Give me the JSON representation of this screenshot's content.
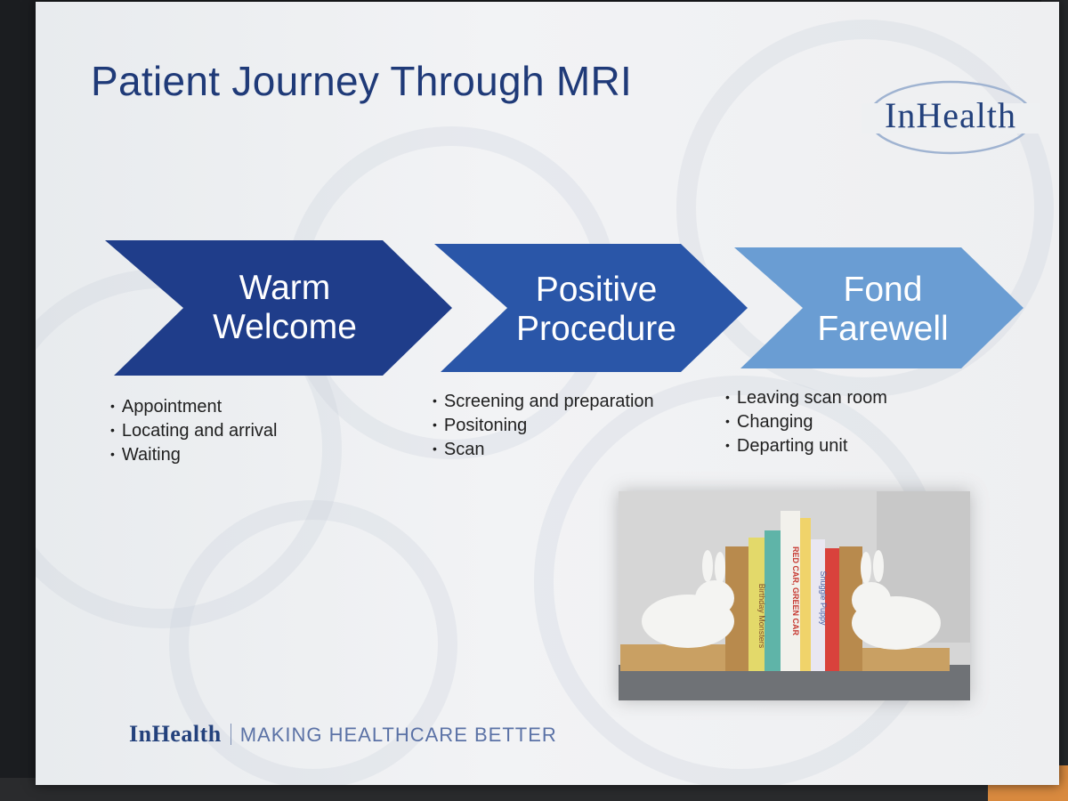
{
  "slide": {
    "title": "Patient Journey Through MRI",
    "logo_text": "InHealth",
    "footer": {
      "brand": "InHealth",
      "tagline": "MAKING HEALTHCARE BETTER"
    }
  },
  "stages": [
    {
      "line1": "Warm",
      "line2": "Welcome",
      "color": "#1f3d8a",
      "bullets": [
        "Appointment",
        "Locating and arrival",
        "Waiting"
      ]
    },
    {
      "line1": "Positive",
      "line2": "Procedure",
      "color": "#2a56a8",
      "bullets": [
        "Screening and preparation",
        "Positoning",
        "Scan"
      ]
    },
    {
      "line1": "Fond",
      "line2": "Farewell",
      "color": "#6a9dd3",
      "bullets": [
        "Leaving scan room",
        "Changing",
        "Departing unit"
      ]
    }
  ],
  "photo": {
    "book_titles": [
      "Birthday Monsters",
      "RED CAR, GREEN CAR",
      "Snuggle Puppy"
    ]
  },
  "colors": {
    "title": "#1f3a78",
    "chevron_dark": "#1f3d8a",
    "chevron_mid": "#2a56a8",
    "chevron_light": "#6a9dd3"
  }
}
